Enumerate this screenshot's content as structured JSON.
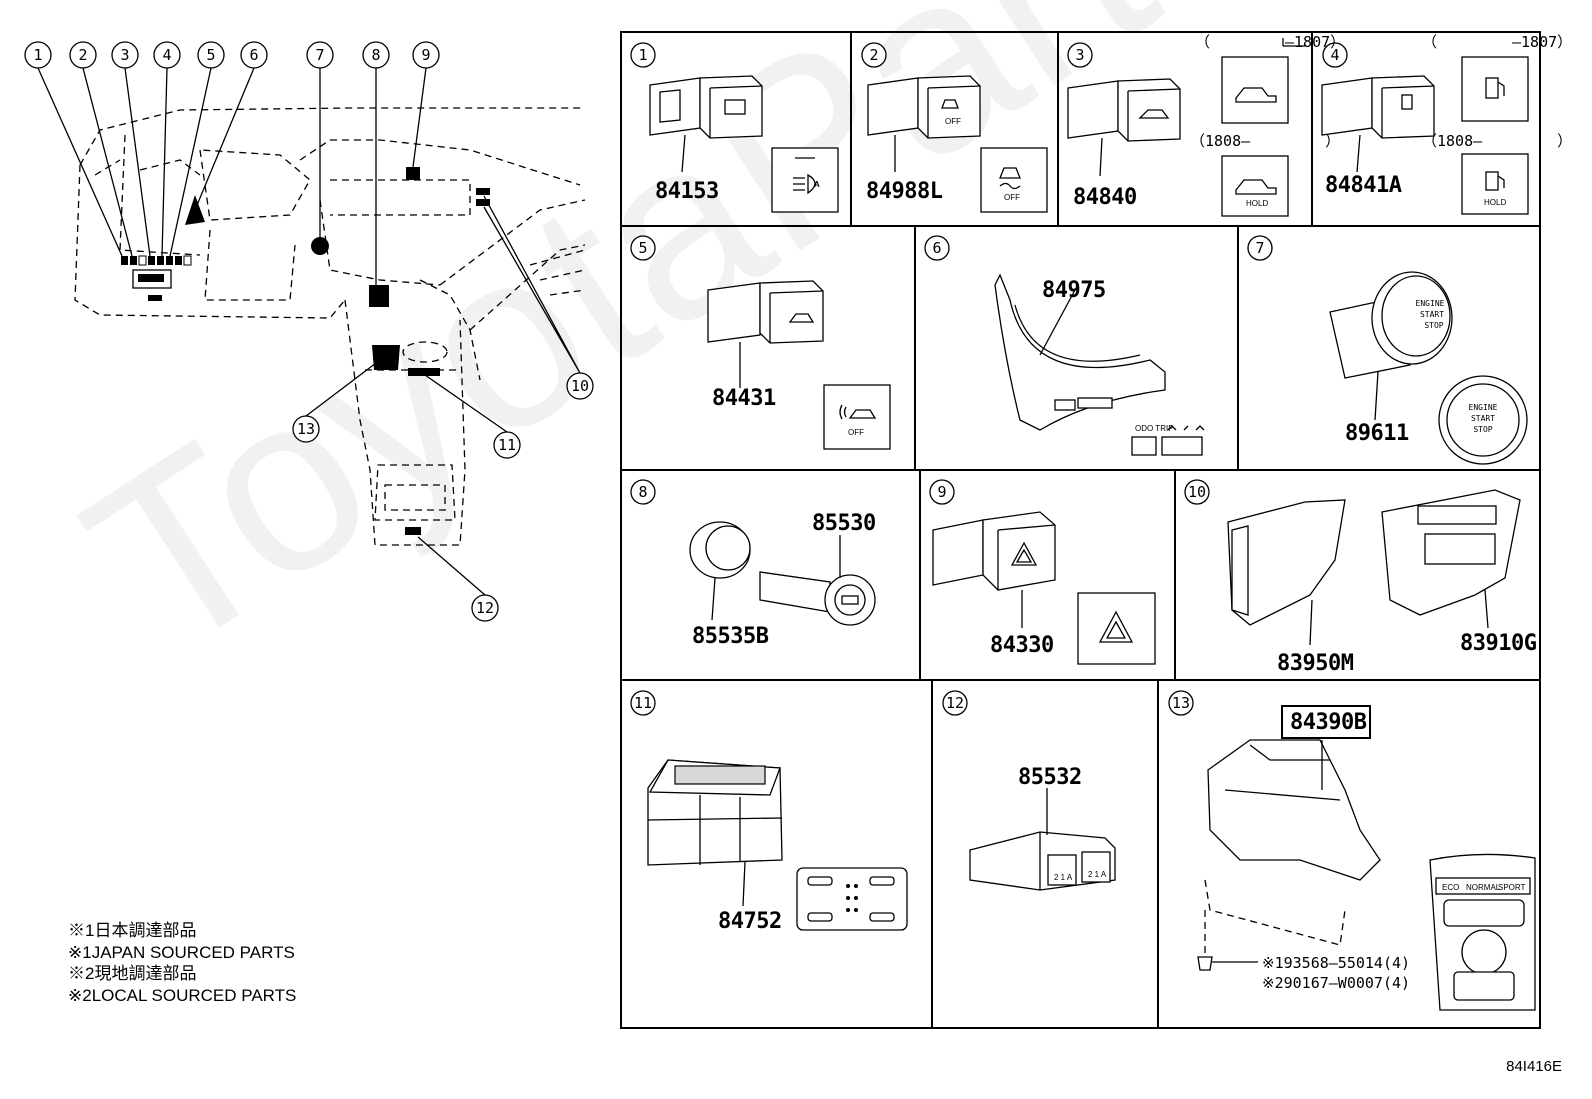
{
  "watermark": "ToyotaPartsOwner.ru",
  "figure_code": "84I416E",
  "overview_callouts": [
    "1",
    "2",
    "3",
    "4",
    "5",
    "6",
    "7",
    "8",
    "9",
    "10",
    "11",
    "12",
    "13"
  ],
  "notes": [
    "※1日本調達部品",
    "※1JAPAN SOURCED PARTS",
    "※2現地調達部品",
    "※2LOCAL SOURCED PARTS"
  ],
  "cells": {
    "c1": {
      "num": "1",
      "part": "84153"
    },
    "c2": {
      "num": "2",
      "part": "84988L",
      "icon_label": "OFF"
    },
    "c3": {
      "num": "3",
      "part": "84840",
      "range_a": "（　　　　　–1807）",
      "range_b": "（1808–　　　　　）",
      "hold": "HOLD"
    },
    "c4": {
      "num": "4",
      "part": "84841A",
      "range_a": "（　　　　　–1807）",
      "range_b": "（1808–　　　　　）",
      "hold": "HOLD"
    },
    "c5": {
      "num": "5",
      "part": "84431",
      "icon_label": "OFF"
    },
    "c6": {
      "num": "6",
      "part": "84975",
      "odo": "ODO TRIP"
    },
    "c7": {
      "num": "7",
      "part": "89611",
      "btn": [
        "ENGINE",
        "START",
        "STOP"
      ]
    },
    "c8": {
      "num": "8",
      "part_a": "85530",
      "part_b": "85535B"
    },
    "c9": {
      "num": "9",
      "part": "84330"
    },
    "c10": {
      "num": "10",
      "part_a": "83950M",
      "part_b": "83910G"
    },
    "c11": {
      "num": "11",
      "part": "84752"
    },
    "c12": {
      "num": "12",
      "part": "85532"
    },
    "c13": {
      "num": "13",
      "part": "84390B",
      "screw_1": "※193568–55014(4)",
      "screw_2": "※290167–W0007(4)",
      "panel_labels": [
        "ECO",
        "NORMAL",
        "SPORT"
      ]
    }
  }
}
